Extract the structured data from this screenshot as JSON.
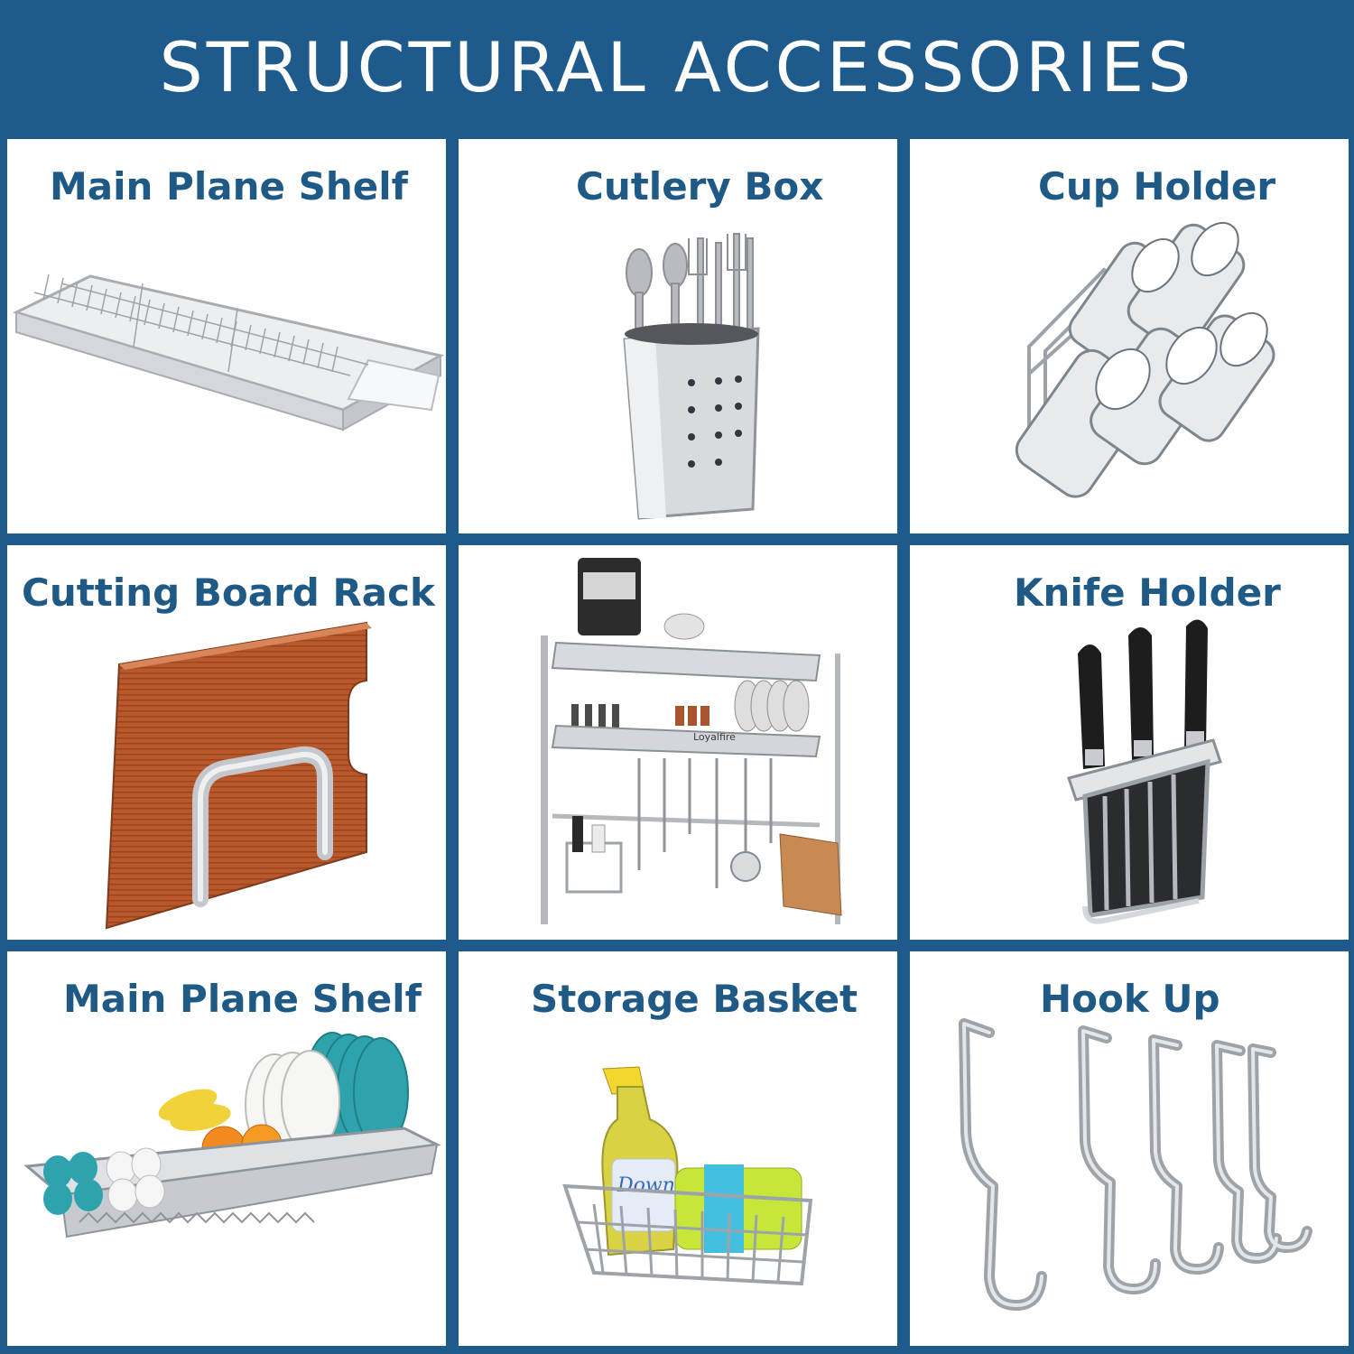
{
  "header": {
    "title": "STRUCTURAL ACCESSORIES"
  },
  "colors": {
    "banner": "#1e5b8c",
    "label": "#1f5a87",
    "steel": "#c9ccd0",
    "wood": "#b5582b"
  },
  "items": [
    {
      "label": "Main Plane Shelf",
      "icon": "dish-drainer-shelf-icon"
    },
    {
      "label": "Cutlery Box",
      "icon": "cutlery-box-icon"
    },
    {
      "label": "Cup Holder",
      "icon": "cup-holder-icon"
    },
    {
      "label": "Cutting Board Rack",
      "icon": "cutting-board-rack-icon"
    },
    {
      "label": "",
      "icon": "over-sink-rack-icon"
    },
    {
      "label": "Knife Holder",
      "icon": "knife-holder-icon"
    },
    {
      "label": "Main Plane Shelf",
      "icon": "plate-rack-shelf-icon"
    },
    {
      "label": "Storage Basket",
      "icon": "storage-basket-icon"
    },
    {
      "label": "Hook Up",
      "icon": "s-hooks-icon"
    }
  ],
  "rack_brand": "Loyalfire",
  "bottle_brand": "Downy"
}
